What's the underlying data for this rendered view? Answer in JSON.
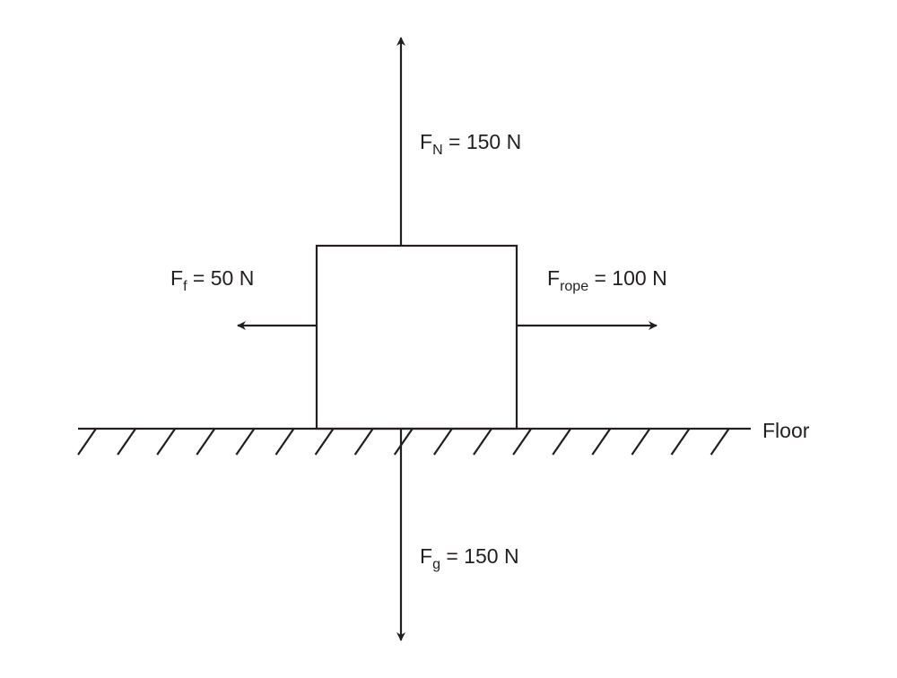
{
  "labels": {
    "normal": {
      "symbol": "F",
      "sub": "N",
      "value": "= 150 N"
    },
    "friction": {
      "symbol": "F",
      "sub": "f",
      "value": "= 50 N"
    },
    "rope": {
      "symbol": "F",
      "sub": "rope",
      "value": "= 100 N"
    },
    "gravity": {
      "symbol": "F",
      "sub": "g",
      "value": "= 150 N"
    },
    "floor": "Floor"
  },
  "colors": {
    "ink": "#231f20"
  }
}
